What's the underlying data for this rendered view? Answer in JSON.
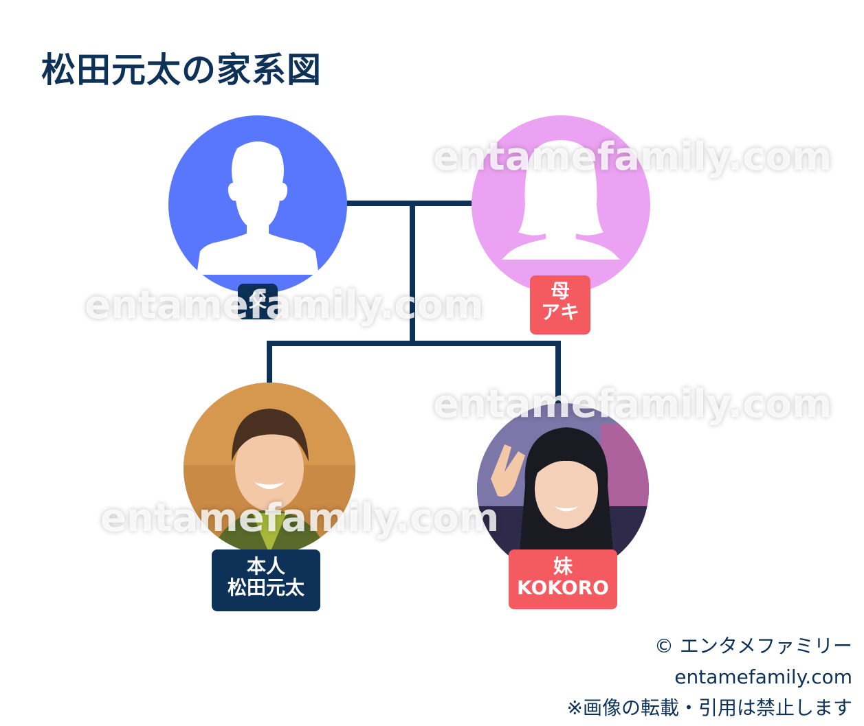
{
  "title": "松田元太の家系図",
  "colors": {
    "navy": "#0d3157",
    "father": "#5877fc",
    "mother": "#eba2f2",
    "female_badge": "#f35b61"
  },
  "members": {
    "father": {
      "relation": "父",
      "name": ""
    },
    "mother": {
      "relation": "母",
      "name": "アキ"
    },
    "self": {
      "relation": "本人",
      "name": "松田元太"
    },
    "sister": {
      "relation": "妹",
      "name": "KOKORO"
    }
  },
  "watermark": "entamefamily.com",
  "footer": {
    "copyright": "© エンタメファミリー",
    "site": "entamefamily.com",
    "notice": "※画像の転載・引用は禁止します"
  }
}
